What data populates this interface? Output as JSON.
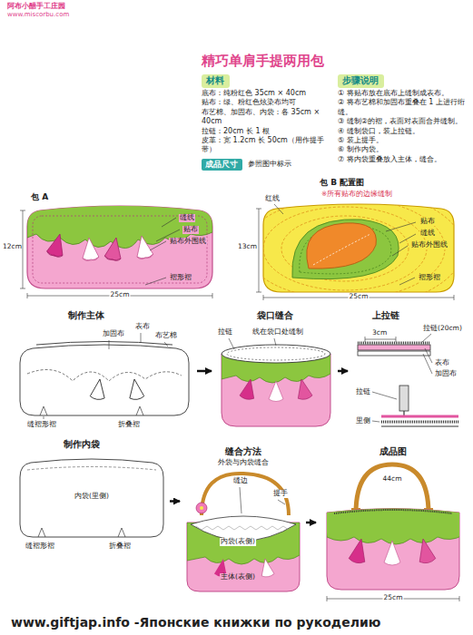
{
  "diagram": {
    "title": "精巧单肩手提两用包",
    "nodes": [
      {
        "text": [
          "材料"
        ]
      },
      {
        "text": [
          "步骤说明"
        ]
      },
      {
        "text": [
          "成品尺寸"
        ]
      },
      {
        "text": [
          "制作主体"
        ]
      },
      {
        "text": [
          "袋口缝合"
        ]
      },
      {
        "text": [
          "上拉链"
        ]
      },
      {
        "text": [
          "制作内袋"
        ]
      },
      {
        "text": [
          "缝合方法",
          "外袋与内袋缝合"
        ]
      },
      {
        "text": [
          "成品图"
        ]
      }
    ],
    "edges": [
      {
        "from": 3,
        "to": 4,
        "arrow": "to"
      },
      {
        "from": 4,
        "to": 5,
        "arrow": "to"
      },
      {
        "from": 6,
        "to": 7,
        "arrow": "to"
      },
      {
        "from": 7,
        "to": 8,
        "arrow": "to"
      }
    ],
    "labels": [
      "阿布小醋手工庄园",
      "www.miscorbu.com",
      "底布：纯粉红色 35cm × 40cm",
      "贴布：绿、粉红色炫染布均可",
      "布艺棉、加固布、内袋：各 35cm × 40cm",
      "拉链：20cm 长 1 根",
      "皮革：宽 1.2cm 长 50cm（用作提手带）",
      "参照图中标示",
      "① 将贴布放在底布上缝制成表布。",
      "② 将布艺棉和加固布重叠在 1 上进行绗缝。",
      "③ 缝制②的褶，表面对表面合并缝制。",
      "④ 缝制袋口，装上拉链。",
      "⑤ 装上提手。",
      "⑥ 制作内袋。",
      "⑦ 将内袋重叠放入主体，缝合。",
      "包 A",
      "缝线",
      "贴布",
      "贴布外围线",
      "12cm",
      "25cm",
      "褶形褶",
      "包 B 配置图",
      "※所有贴布的边缘缝制",
      "红线",
      "贴布",
      "缝线",
      "贴布外围线",
      "13cm",
      "25cm",
      "褶形褶",
      "表布",
      "布艺棉",
      "加固布",
      "缝褶形褶",
      "折叠褶",
      "拉链",
      "线在袋口处缝制",
      "拉链(20cm)",
      "3cm",
      "表布",
      "加固布",
      "拉链",
      "里侧",
      "内袋(里侧)",
      "缝褶形褶",
      "折叠褶",
      "缝边",
      "提手",
      "内袋(表侧)",
      "主体(表侧)",
      "44cm",
      "25cm",
      "www.giftjap.info -Японские книжки по рукоделию"
    ]
  }
}
